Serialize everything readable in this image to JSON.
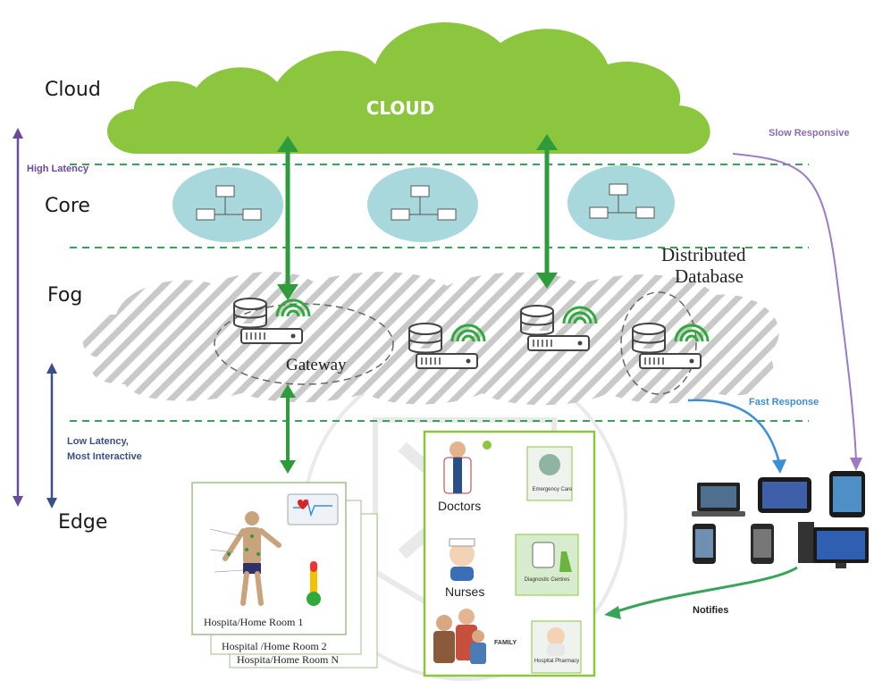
{
  "layers": {
    "cloud": "Cloud",
    "core": "Core",
    "fog": "Fog",
    "edge": "Edge"
  },
  "cloud_title": "CLOUD",
  "latency": {
    "high": "High Latency",
    "low_line1": "Low Latency,",
    "low_line2": "Most Interactive"
  },
  "responses": {
    "slow": "Slow Responsive",
    "fast": "Fast Response",
    "notifies": "Notifies"
  },
  "fog_labels": {
    "distributed_line1": "Distributed",
    "distributed_line2": "Database",
    "gateway": "Gateway"
  },
  "rooms": {
    "room1": "Hospita/Home Room 1",
    "room2": "Hospital /Home Room 2",
    "roomN": "Hospita/Home Room N"
  },
  "roles": {
    "doctors": "Doctors",
    "nurses": "Nurses",
    "family": "FAMILY",
    "emergency": "Emergency Care",
    "diagnostic": "Diagnostic Centres",
    "pharmacy": "Hospital Pharmacy"
  },
  "colors": {
    "cloud_green": "#8cc63f",
    "dashed_green": "#3aa35a",
    "arrow_green": "#2e9c3a",
    "latency_purple": "#6a4a9a",
    "slow_purple": "#9a7bc4",
    "fast_blue": "#3b8fd6",
    "fog_hatch": "#c7c7c7"
  },
  "icons": [
    "router-node-icon",
    "fog-server-icon",
    "wifi-icon",
    "laptop-icon",
    "tablet-icon",
    "smartphone-icon",
    "desktop-icon",
    "thermometer-icon",
    "heart-monitor-icon"
  ]
}
